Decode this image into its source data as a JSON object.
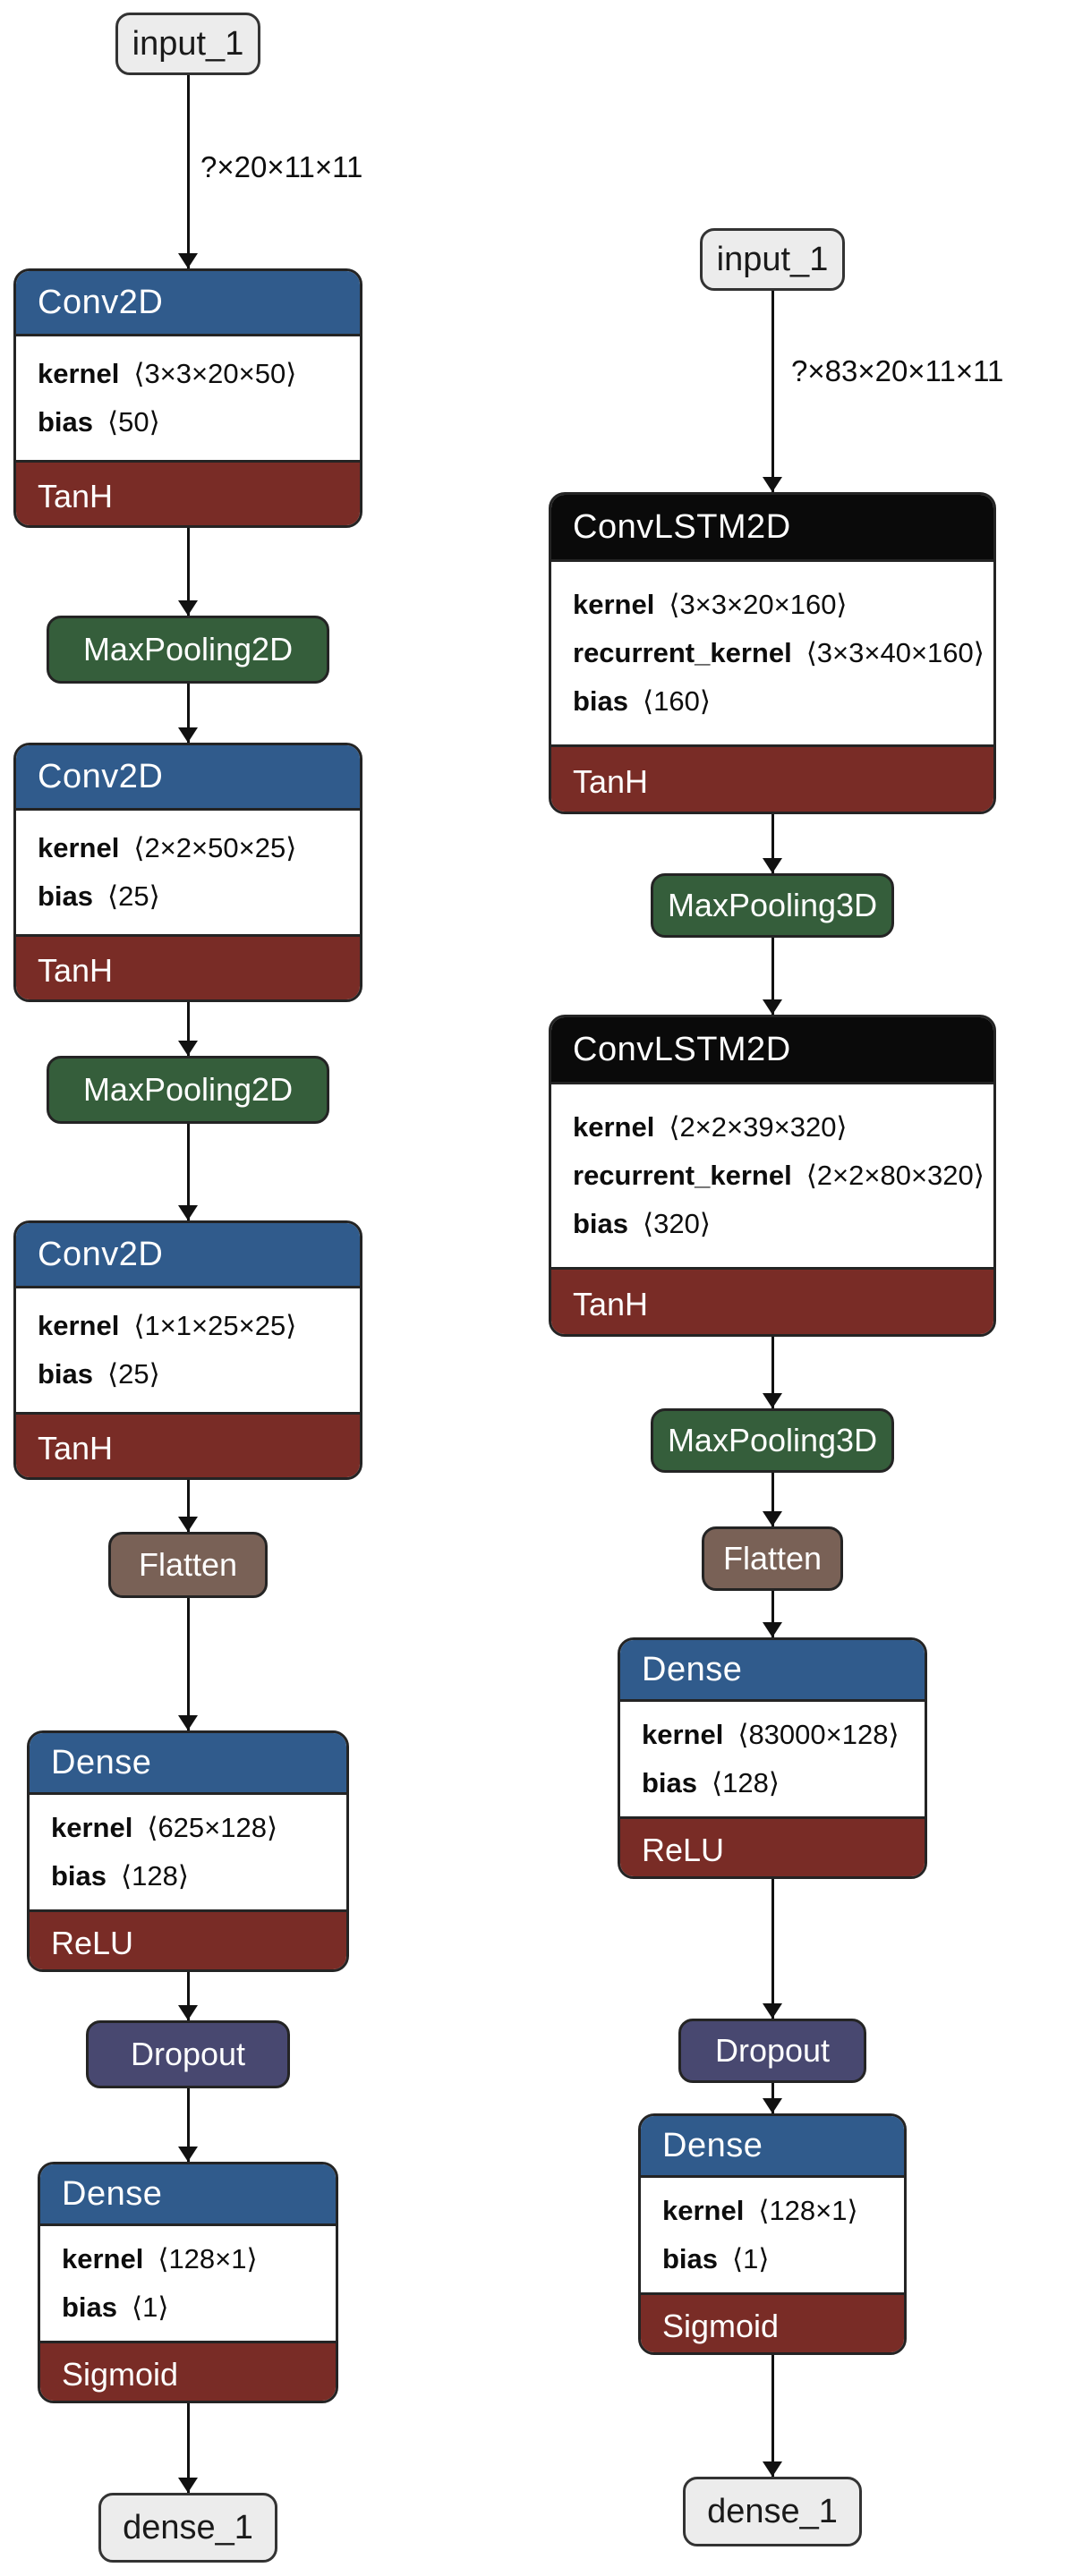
{
  "colors": {
    "conv_header": "#305b8c",
    "lstm_header": "#0a0a0a",
    "activation_band": "#792c26",
    "pooling": "#355e3b",
    "flatten": "#796156",
    "dropout": "#484870",
    "io_background": "#ececec"
  },
  "left": {
    "input_label": "input_1",
    "shape_label": "?×20×11×11",
    "conv1": {
      "title": "Conv2D",
      "params": [
        {
          "name": "kernel",
          "value": "⟨3×3×20×50⟩"
        },
        {
          "name": "bias",
          "value": "⟨50⟩"
        }
      ],
      "activation": "TanH"
    },
    "pool1_label": "MaxPooling2D",
    "conv2": {
      "title": "Conv2D",
      "params": [
        {
          "name": "kernel",
          "value": "⟨2×2×50×25⟩"
        },
        {
          "name": "bias",
          "value": "⟨25⟩"
        }
      ],
      "activation": "TanH"
    },
    "pool2_label": "MaxPooling2D",
    "conv3": {
      "title": "Conv2D",
      "params": [
        {
          "name": "kernel",
          "value": "⟨1×1×25×25⟩"
        },
        {
          "name": "bias",
          "value": "⟨25⟩"
        }
      ],
      "activation": "TanH"
    },
    "flatten_label": "Flatten",
    "dense1": {
      "title": "Dense",
      "params": [
        {
          "name": "kernel",
          "value": "⟨625×128⟩"
        },
        {
          "name": "bias",
          "value": "⟨128⟩"
        }
      ],
      "activation": "ReLU"
    },
    "dropout_label": "Dropout",
    "dense2": {
      "title": "Dense",
      "params": [
        {
          "name": "kernel",
          "value": "⟨128×1⟩"
        },
        {
          "name": "bias",
          "value": "⟨1⟩"
        }
      ],
      "activation": "Sigmoid"
    },
    "output_label": "dense_1"
  },
  "right": {
    "input_label": "input_1",
    "shape_label": "?×83×20×11×11",
    "lstm1": {
      "title": "ConvLSTM2D",
      "params": [
        {
          "name": "kernel",
          "value": "⟨3×3×20×160⟩"
        },
        {
          "name": "recurrent_kernel",
          "value": "⟨3×3×40×160⟩"
        },
        {
          "name": "bias",
          "value": "⟨160⟩"
        }
      ],
      "activation": "TanH"
    },
    "pool1_label": "MaxPooling3D",
    "lstm2": {
      "title": "ConvLSTM2D",
      "params": [
        {
          "name": "kernel",
          "value": "⟨2×2×39×320⟩"
        },
        {
          "name": "recurrent_kernel",
          "value": "⟨2×2×80×320⟩"
        },
        {
          "name": "bias",
          "value": "⟨320⟩"
        }
      ],
      "activation": "TanH"
    },
    "pool2_label": "MaxPooling3D",
    "flatten_label": "Flatten",
    "dense1": {
      "title": "Dense",
      "params": [
        {
          "name": "kernel",
          "value": "⟨83000×128⟩"
        },
        {
          "name": "bias",
          "value": "⟨128⟩"
        }
      ],
      "activation": "ReLU"
    },
    "dropout_label": "Dropout",
    "dense2": {
      "title": "Dense",
      "params": [
        {
          "name": "kernel",
          "value": "⟨128×1⟩"
        },
        {
          "name": "bias",
          "value": "⟨1⟩"
        }
      ],
      "activation": "Sigmoid"
    },
    "output_label": "dense_1"
  }
}
